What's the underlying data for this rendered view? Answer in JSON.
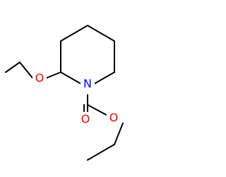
{
  "molecule": {
    "atoms": [
      {
        "id": "N1",
        "symbol": "N",
        "label": "N",
        "color": "#0000ff"
      },
      {
        "id": "O_ether",
        "symbol": "O",
        "label": "O",
        "color": "#ff0000"
      },
      {
        "id": "O_carbonyl",
        "symbol": "O",
        "label": "O",
        "color": "#ff0000"
      },
      {
        "id": "O_ester",
        "symbol": "O",
        "label": "O",
        "color": "#ff0000"
      }
    ],
    "bond_color": "#000000"
  }
}
